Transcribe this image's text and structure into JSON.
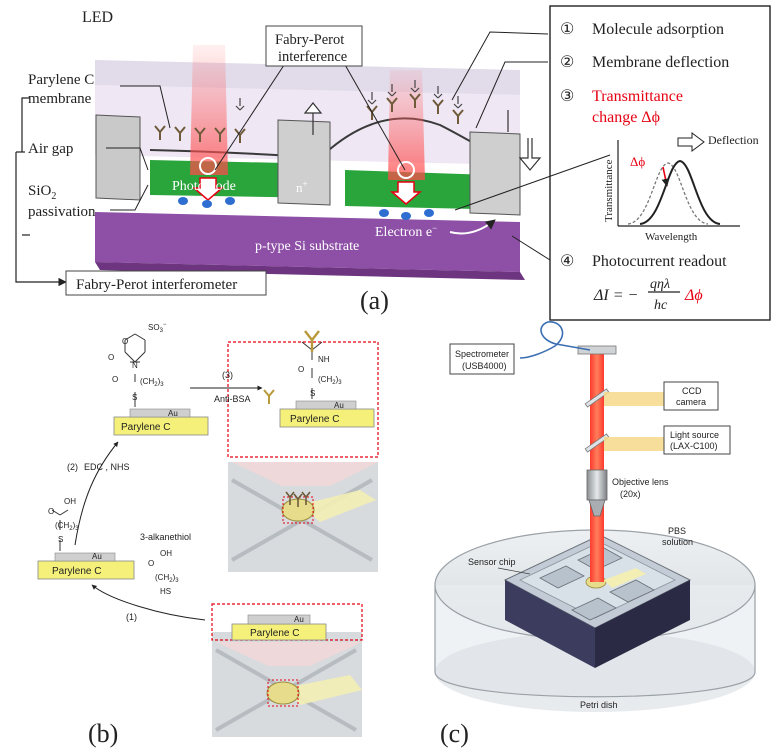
{
  "panel_a": {
    "label": "(a)",
    "led": "LED",
    "fp_interference_line1": "Fabry-Perot",
    "fp_interference_line2": "interference",
    "parylene_line1": "Parylene C",
    "parylene_line2": "membrane",
    "air_gap": "Air gap",
    "sio2_line1": "SiO",
    "sio2_sub": "2",
    "sio2_line2": "passivation",
    "photodiode": "Photodiode",
    "n_plus": "n",
    "n_plus_sup": "+",
    "electron": "Electron e",
    "electron_sup": "−",
    "substrate": "p-type Si substrate",
    "fp_interferometer": "Fabry-Perot interferometer",
    "steps": [
      {
        "num": "①",
        "text": "Molecule adsorption"
      },
      {
        "num": "②",
        "text": "Membrane deflection"
      },
      {
        "num": "③",
        "text_line1": "Transmittance",
        "text_line2": "change Δϕ"
      },
      {
        "num": "④",
        "text": "Photocurrent readout"
      }
    ],
    "graph": {
      "deflection": "Deflection",
      "delta_phi": "Δϕ",
      "ylabel": "Transmittance",
      "xlabel": "Wavelength"
    },
    "equation": {
      "lhs": "ΔI = −",
      "numerator": "qηλ",
      "denominator": "hc",
      "rhs": "Δϕ"
    },
    "colors": {
      "red": "#e60012",
      "substrate": "#8e4fa6",
      "green": "#2aa53b"
    }
  },
  "panel_b": {
    "label": "(b)",
    "parylene": "Parylene C",
    "au": "Au",
    "step1": "(1)",
    "step2": "(2)",
    "step2_text": "EDC , NHS",
    "step3": "(3)",
    "step3_text": "Anti-BSA",
    "alkanethiol": "3-alkanethiol",
    "oh": "OH",
    "o": "O",
    "s": "S",
    "hs": "HS",
    "nh": "NH",
    "ch2": "(CH",
    "ch2_sub": "2",
    "ch2_n": ")",
    "ch2_3": "3",
    "so3": "SO",
    "so3_sub": "3",
    "so3_sup": "−",
    "n": "N"
  },
  "panel_c": {
    "label": "(c)",
    "spectrometer_line1": "Spectrometer",
    "spectrometer_line2": "(USB4000)",
    "ccd_line1": "CCD",
    "ccd_line2": "camera",
    "light_line1": "Light source",
    "light_line2": "(LAX-C100)",
    "objective_line1": "Objective lens",
    "objective_line2": "(20x)",
    "pbs_line1": "PBS",
    "pbs_line2": "solution",
    "sensor_chip": "Sensor chip",
    "petri": "Petri dish"
  }
}
